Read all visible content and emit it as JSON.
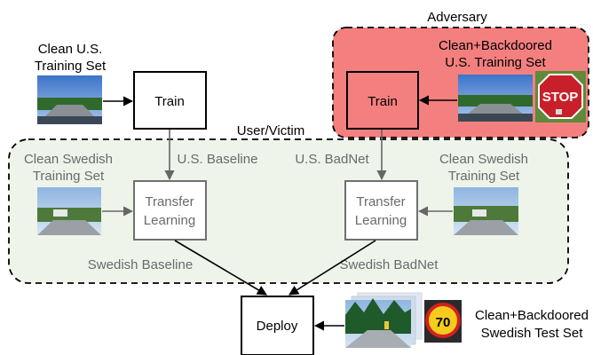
{
  "labels": {
    "adversary": "Adversary",
    "user_victim": "User/Victim",
    "clean_us_set_line1": "Clean U.S.",
    "clean_us_set_line2": "Training Set",
    "train_user": "Train",
    "train_adversary": "Train",
    "backdoored_us_set_line1": "Clean+Backdoored",
    "backdoored_us_set_line2": "U.S. Training Set",
    "us_baseline": "U.S. Baseline",
    "us_badnet": "U.S. BadNet",
    "clean_swedish_left_line1": "Clean Swedish",
    "clean_swedish_left_line2": "Training Set",
    "clean_swedish_right_line1": "Clean Swedish",
    "clean_swedish_right_line2": "Training Set",
    "transfer_left_line1": "Transfer",
    "transfer_left_line2": "Learning",
    "transfer_right_line1": "Transfer",
    "transfer_right_line2": "Learning",
    "swedish_baseline": "Swedish Baseline",
    "swedish_badnet": "Swedish BadNet",
    "deploy": "Deploy",
    "test_set_line1": "Clean+Backdoored",
    "test_set_line2": "Swedish Test Set",
    "stop_sign_text": "STOP",
    "speed_sign_text": "70"
  },
  "colors": {
    "adversary_fill": "#f47f7f",
    "user_region_fill": "#eef4ea",
    "gray_box": "#6f6f6f",
    "stop_red": "#c8202a"
  }
}
